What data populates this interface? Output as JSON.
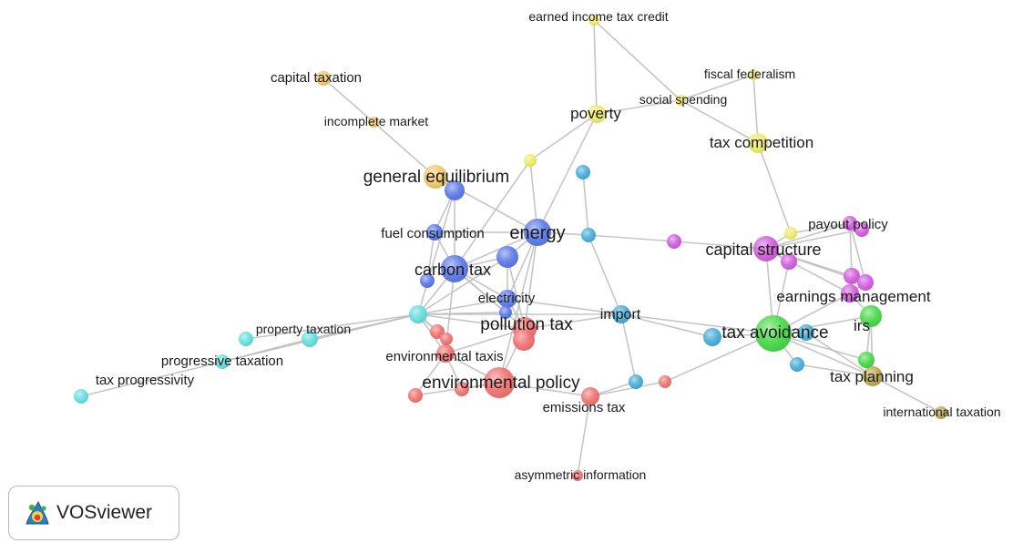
{
  "app": {
    "name": "VOSviewer"
  },
  "cluster_colors": {
    "red": "#f06666",
    "blue": "#4f6fe6",
    "green": "#38d63a",
    "yellow": "#eeea5a",
    "magenta": "#cf4fdc",
    "cyan": "#59dcdc",
    "sky": "#3aa6d8",
    "orange": "#f0c45c",
    "olive": "#b6a23e"
  },
  "link_color": "#bcbcbc",
  "network": {
    "nodes": [
      {
        "id": "earned-income-tax-credit",
        "label": "earned income tax credit",
        "cluster": "yellow"
      },
      {
        "id": "fiscal-federalism",
        "label": "fiscal federalism",
        "cluster": "yellow"
      },
      {
        "id": "capital-taxation",
        "label": "capital taxation",
        "cluster": "orange"
      },
      {
        "id": "social-spending",
        "label": "social spending",
        "cluster": "yellow"
      },
      {
        "id": "poverty",
        "label": "poverty",
        "cluster": "yellow"
      },
      {
        "id": "incomplete-market",
        "label": "incomplete market",
        "cluster": "orange"
      },
      {
        "id": "tax-competition",
        "label": "tax competition",
        "cluster": "yellow"
      },
      {
        "id": "general-equilibrium",
        "label": "general equilibrium",
        "cluster": "orange"
      },
      {
        "id": "fuel-consumption",
        "label": "fuel consumption",
        "cluster": "blue"
      },
      {
        "id": "energy",
        "label": "energy",
        "cluster": "blue"
      },
      {
        "id": "payout-policy",
        "label": "payout policy",
        "cluster": "magenta"
      },
      {
        "id": "capital-structure",
        "label": "capital structure",
        "cluster": "magenta"
      },
      {
        "id": "carbon-tax",
        "label": "carbon tax",
        "cluster": "blue"
      },
      {
        "id": "electricity",
        "label": "electricity",
        "cluster": "blue"
      },
      {
        "id": "earnings-management",
        "label": "earnings management",
        "cluster": "magenta"
      },
      {
        "id": "import",
        "label": "import",
        "cluster": "sky"
      },
      {
        "id": "pollution-tax",
        "label": "pollution tax",
        "cluster": "red"
      },
      {
        "id": "property-taxation",
        "label": "property taxation",
        "cluster": "cyan"
      },
      {
        "id": "tax-avoidance",
        "label": "tax avoidance",
        "cluster": "green"
      },
      {
        "id": "irs",
        "label": "irs",
        "cluster": "green"
      },
      {
        "id": "environmental-taxis",
        "label": "environmental taxis",
        "cluster": "red"
      },
      {
        "id": "progressive-taxation",
        "label": "progressive taxation",
        "cluster": "cyan"
      },
      {
        "id": "tax-planning",
        "label": "tax planning",
        "cluster": "olive"
      },
      {
        "id": "tax-progressivity",
        "label": "tax progressivity",
        "cluster": "cyan"
      },
      {
        "id": "environmental-policy",
        "label": "environmental policy",
        "cluster": "red"
      },
      {
        "id": "emissions-tax",
        "label": "emissions tax",
        "cluster": "red"
      },
      {
        "id": "international-taxation",
        "label": "international taxation",
        "cluster": "olive"
      },
      {
        "id": "asymmetric-information",
        "label": "asymmetric information",
        "cluster": "red"
      },
      {
        "id": "u1",
        "label": "",
        "cluster": "yellow"
      },
      {
        "id": "u2",
        "label": "",
        "cluster": "sky"
      },
      {
        "id": "u3",
        "label": "",
        "cluster": "sky"
      },
      {
        "id": "u4",
        "label": "",
        "cluster": "magenta"
      },
      {
        "id": "u5",
        "label": "",
        "cluster": "blue"
      },
      {
        "id": "u6",
        "label": "",
        "cluster": "blue"
      },
      {
        "id": "u7",
        "label": "",
        "cluster": "cyan"
      },
      {
        "id": "u8",
        "label": "",
        "cluster": "red"
      },
      {
        "id": "u9",
        "label": "",
        "cluster": "red"
      },
      {
        "id": "u10",
        "label": "",
        "cluster": "red"
      },
      {
        "id": "u11",
        "label": "",
        "cluster": "red"
      },
      {
        "id": "u12",
        "label": "",
        "cluster": "sky"
      },
      {
        "id": "u13",
        "label": "",
        "cluster": "red"
      },
      {
        "id": "u14",
        "label": "",
        "cluster": "sky"
      },
      {
        "id": "u15",
        "label": "",
        "cluster": "sky"
      },
      {
        "id": "u16",
        "label": "",
        "cluster": "sky"
      },
      {
        "id": "u17",
        "label": "",
        "cluster": "magenta"
      },
      {
        "id": "u18",
        "label": "",
        "cluster": "magenta"
      },
      {
        "id": "u19",
        "label": "",
        "cluster": "magenta"
      },
      {
        "id": "u20",
        "label": "",
        "cluster": "magenta"
      },
      {
        "id": "u21",
        "label": "",
        "cluster": "green"
      },
      {
        "id": "u22",
        "label": "",
        "cluster": "yellow"
      },
      {
        "id": "u23",
        "label": "",
        "cluster": "cyan"
      },
      {
        "id": "u24",
        "label": "",
        "cluster": "blue"
      },
      {
        "id": "u25",
        "label": "",
        "cluster": "blue"
      },
      {
        "id": "u26",
        "label": "",
        "cluster": "red"
      }
    ],
    "links": [
      [
        "earned-income-tax-credit",
        "poverty"
      ],
      [
        "earned-income-tax-credit",
        "social-spending"
      ],
      [
        "poverty",
        "social-spending"
      ],
      [
        "poverty",
        "u1"
      ],
      [
        "poverty",
        "energy"
      ],
      [
        "social-spending",
        "fiscal-federalism"
      ],
      [
        "social-spending",
        "tax-competition"
      ],
      [
        "fiscal-federalism",
        "tax-competition"
      ],
      [
        "tax-competition",
        "u22"
      ],
      [
        "capital-taxation",
        "incomplete-market"
      ],
      [
        "incomplete-market",
        "general-equilibrium"
      ],
      [
        "general-equilibrium",
        "u5"
      ],
      [
        "general-equilibrium",
        "energy"
      ],
      [
        "u1",
        "energy"
      ],
      [
        "u1",
        "carbon-tax"
      ],
      [
        "u5",
        "carbon-tax"
      ],
      [
        "u5",
        "fuel-consumption"
      ],
      [
        "u5",
        "u7"
      ],
      [
        "fuel-consumption",
        "energy"
      ],
      [
        "fuel-consumption",
        "carbon-tax"
      ],
      [
        "fuel-consumption",
        "u6"
      ],
      [
        "energy",
        "carbon-tax"
      ],
      [
        "energy",
        "u25"
      ],
      [
        "energy",
        "electricity"
      ],
      [
        "energy",
        "u3"
      ],
      [
        "energy",
        "pollution-tax"
      ],
      [
        "energy",
        "environmental-policy"
      ],
      [
        "u25",
        "carbon-tax"
      ],
      [
        "u25",
        "electricity"
      ],
      [
        "u25",
        "u7"
      ],
      [
        "u25",
        "pollution-tax"
      ],
      [
        "carbon-tax",
        "electricity"
      ],
      [
        "carbon-tax",
        "u7"
      ],
      [
        "carbon-tax",
        "u24"
      ],
      [
        "carbon-tax",
        "pollution-tax"
      ],
      [
        "carbon-tax",
        "environmental-taxis"
      ],
      [
        "electricity",
        "pollution-tax"
      ],
      [
        "electricity",
        "u7"
      ],
      [
        "electricity",
        "import"
      ],
      [
        "u2",
        "u3"
      ],
      [
        "u3",
        "u4"
      ],
      [
        "u3",
        "import"
      ],
      [
        "u4",
        "capital-structure"
      ],
      [
        "u7",
        "property-taxation"
      ],
      [
        "u7",
        "progressive-taxation"
      ],
      [
        "u7",
        "pollution-tax"
      ],
      [
        "u7",
        "environmental-taxis"
      ],
      [
        "u7",
        "import"
      ],
      [
        "u7",
        "u8"
      ],
      [
        "u7",
        "u26"
      ],
      [
        "property-taxation",
        "progressive-taxation"
      ],
      [
        "progressive-taxation",
        "tax-progressivity"
      ],
      [
        "pollution-tax",
        "environmental-taxis"
      ],
      [
        "pollution-tax",
        "environmental-policy"
      ],
      [
        "pollution-tax",
        "u13"
      ],
      [
        "pollution-tax",
        "import"
      ],
      [
        "environmental-taxis",
        "environmental-policy"
      ],
      [
        "environmental-taxis",
        "u9"
      ],
      [
        "environmental-taxis",
        "u10"
      ],
      [
        "environmental-policy",
        "u9"
      ],
      [
        "environmental-policy",
        "emissions-tax"
      ],
      [
        "environmental-policy",
        "u10"
      ],
      [
        "emissions-tax",
        "asymmetric-information"
      ],
      [
        "emissions-tax",
        "u11"
      ],
      [
        "emissions-tax",
        "u12"
      ],
      [
        "u11",
        "tax-avoidance"
      ],
      [
        "u12",
        "import"
      ],
      [
        "import",
        "tax-avoidance"
      ],
      [
        "import",
        "u14"
      ],
      [
        "u14",
        "tax-avoidance"
      ],
      [
        "tax-avoidance",
        "irs"
      ],
      [
        "tax-avoidance",
        "capital-structure"
      ],
      [
        "tax-avoidance",
        "earnings-management"
      ],
      [
        "tax-avoidance",
        "tax-planning"
      ],
      [
        "tax-avoidance",
        "u15"
      ],
      [
        "tax-avoidance",
        "u16"
      ],
      [
        "tax-avoidance",
        "u21"
      ],
      [
        "tax-avoidance",
        "u17"
      ],
      [
        "capital-structure",
        "payout-policy"
      ],
      [
        "capital-structure",
        "u18"
      ],
      [
        "capital-structure",
        "u17"
      ],
      [
        "capital-structure",
        "u19"
      ],
      [
        "capital-structure",
        "u20"
      ],
      [
        "capital-structure",
        "earnings-management"
      ],
      [
        "u22",
        "payout-policy"
      ],
      [
        "u22",
        "capital-structure"
      ],
      [
        "payout-policy",
        "u19"
      ],
      [
        "payout-policy",
        "u20"
      ],
      [
        "earnings-management",
        "irs"
      ],
      [
        "earnings-management",
        "u20"
      ],
      [
        "irs",
        "u21"
      ],
      [
        "irs",
        "tax-planning"
      ],
      [
        "tax-planning",
        "international-taxation"
      ],
      [
        "tax-planning",
        "u16"
      ],
      [
        "tax-planning",
        "u21"
      ],
      [
        "u15",
        "tax-planning"
      ],
      [
        "u23",
        "u7"
      ],
      [
        "u8",
        "u26"
      ],
      [
        "u24",
        "u7"
      ]
    ]
  }
}
